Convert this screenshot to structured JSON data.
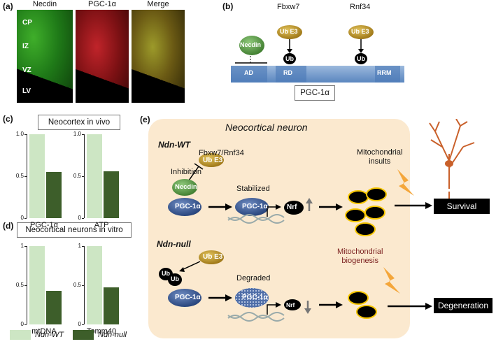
{
  "panel_a": {
    "label": "(a)",
    "titles": [
      "Necdin",
      "PGC-1α",
      "Merge"
    ],
    "layers": [
      "CP",
      "IZ",
      "VZ",
      "LV"
    ]
  },
  "panel_b": {
    "label": "(b)",
    "necdin": "Necdin",
    "fbxw7": "Fbxw7",
    "rnf34": "Rnf34",
    "ube3": "Ub E3",
    "ub": "Ub",
    "domains": [
      "AD",
      "RD",
      "RRM"
    ],
    "protein": "PGC-1α"
  },
  "panel_c": {
    "label": "(c)",
    "title": "Neocortex in vivo"
  },
  "panel_d": {
    "label": "(d)",
    "title": "Neocortical neurons in vitro"
  },
  "chart_data": [
    {
      "type": "bar",
      "categories": [
        "PGC-1α"
      ],
      "series": [
        {
          "name": "Ndn-WT",
          "values": [
            1.0
          ]
        },
        {
          "name": "Ndn-null",
          "values": [
            0.55
          ]
        }
      ],
      "ylim": [
        0,
        1.0
      ],
      "yticks": [
        "0",
        "0.5",
        "1.0"
      ]
    },
    {
      "type": "bar",
      "categories": [
        "ATP"
      ],
      "series": [
        {
          "name": "Ndn-WT",
          "values": [
            1.0
          ]
        },
        {
          "name": "Ndn-null",
          "values": [
            0.56
          ]
        }
      ],
      "ylim": [
        0,
        1.0
      ],
      "yticks": [
        "0",
        "0.5",
        "1.0"
      ]
    },
    {
      "type": "bar",
      "categories": [
        "mtDNA"
      ],
      "series": [
        {
          "name": "Ndn-WT",
          "values": [
            1.0
          ]
        },
        {
          "name": "Ndn-null",
          "values": [
            0.43
          ]
        }
      ],
      "ylim": [
        0,
        1.0
      ],
      "yticks": [
        "0",
        "0.5",
        "1"
      ]
    },
    {
      "type": "bar",
      "categories": [
        "Tomm40"
      ],
      "series": [
        {
          "name": "Ndn-WT",
          "values": [
            1.0
          ]
        },
        {
          "name": "Ndn-null",
          "values": [
            0.47
          ]
        }
      ],
      "ylim": [
        0,
        1.0
      ],
      "yticks": [
        "0",
        "0.5",
        "1"
      ]
    }
  ],
  "legend": {
    "wt": "Ndn-WT",
    "null": "Ndn-null"
  },
  "panel_e": {
    "label": "(e)",
    "title": "Neocortical neuron",
    "wt": {
      "genotype": "Ndn-WT",
      "e3_label": "Fbxw7/Rnf34",
      "ube3": "Ub E3",
      "inhibition": "Inhibition",
      "necdin": "Necdin",
      "pgc": "PGC-1α",
      "stabilized": "Stabilized",
      "nrf": "Nrf",
      "insults": "Mitochondrial\ninsults",
      "outcome": "Survival"
    },
    "null": {
      "genotype": "Ndn-null",
      "ube3": "Ub E3",
      "ub": "Ub",
      "pgc": "PGC-1α",
      "degraded": "Degraded",
      "nrf": "Nrf",
      "biogenesis": "Mitochondrial\nbiogenesis",
      "outcome": "Degeneration"
    }
  },
  "colors": {
    "wt_bar": "#cde6c4",
    "null_bar": "#3d5e2a",
    "cell_bg": "#fbe9cf",
    "ube3": "#b38a1a",
    "pgc": "#2d4d8a",
    "necdin": "#4f8f3c",
    "bolt": "#f4a63a",
    "neuron": "#c9602a"
  }
}
